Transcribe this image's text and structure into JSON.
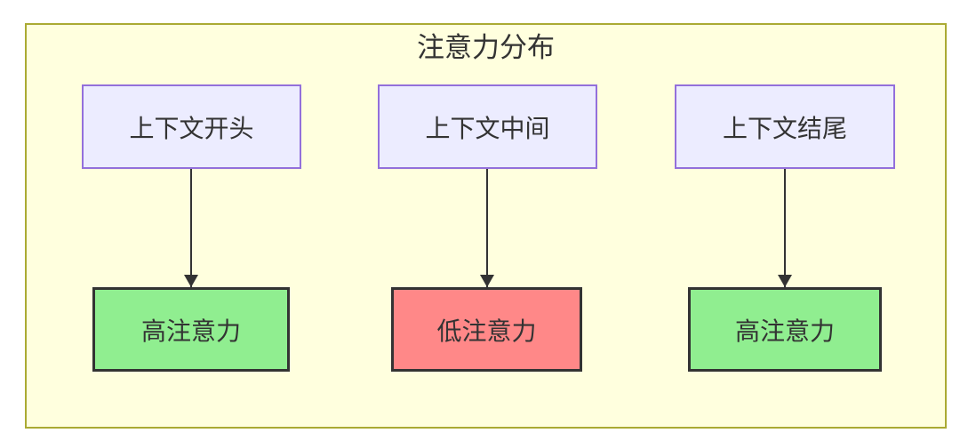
{
  "diagram": {
    "title": "注意力分布",
    "type": "flowchart",
    "colors": {
      "cluster_fill": "#ffffde",
      "cluster_border": "#aaaa33",
      "source_fill": "#ECECFF",
      "source_border": "#9370DB",
      "high_attention_fill": "#90EE90",
      "low_attention_fill": "#FF8888",
      "result_border": "#333333",
      "arrow": "#333333",
      "text": "#333333"
    },
    "columns": [
      {
        "source": "上下文开头",
        "target": "高注意力",
        "level": "high"
      },
      {
        "source": "上下文中间",
        "target": "低注意力",
        "level": "low"
      },
      {
        "source": "上下文结尾",
        "target": "高注意力",
        "level": "high"
      }
    ]
  }
}
